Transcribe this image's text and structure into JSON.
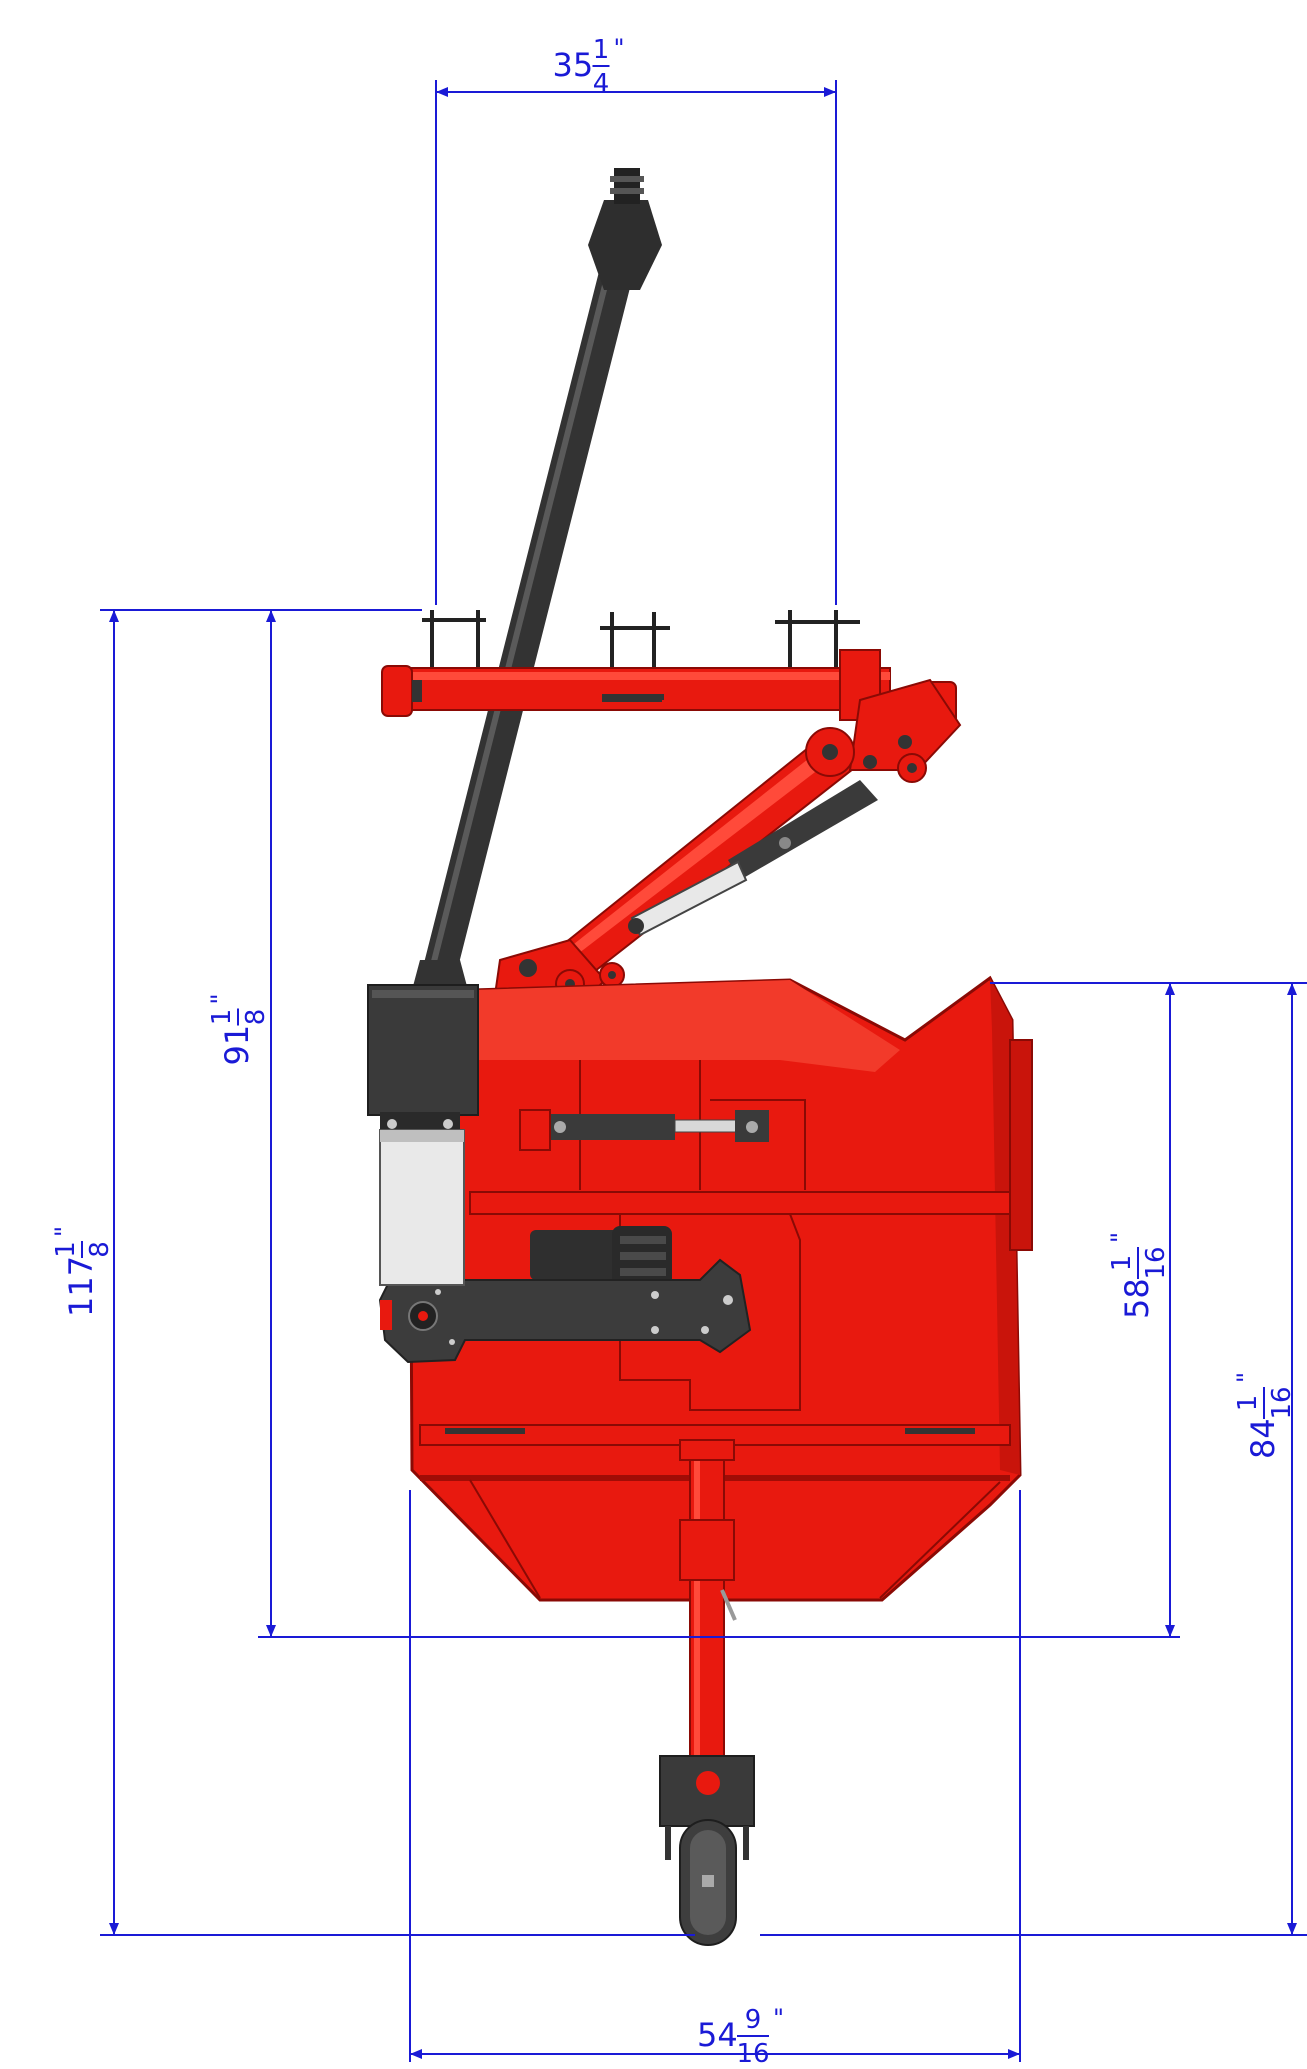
{
  "dimensions": [
    {
      "id": "top",
      "whole": "35",
      "num": "1",
      "den": "4",
      "unit": "\""
    },
    {
      "id": "bottom",
      "whole": "54",
      "num": "9",
      "den": "16",
      "unit": "\""
    },
    {
      "id": "left-outer",
      "whole": "117",
      "num": "1",
      "den": "8",
      "unit": "\""
    },
    {
      "id": "left-inner",
      "whole": "91",
      "num": "1",
      "den": "8",
      "unit": "\""
    },
    {
      "id": "right-inner",
      "whole": "58",
      "num": "1",
      "den": "16",
      "unit": "\""
    },
    {
      "id": "right-outer",
      "whole": "84",
      "num": "1",
      "den": "16",
      "unit": "\""
    }
  ],
  "colors": {
    "dimension": "#1a1ad6",
    "body": "#e8190f",
    "body_dark": "#b80e08",
    "gear": "#3a3a3a",
    "shaft": "#444444",
    "guard": "#e6e6e6"
  }
}
